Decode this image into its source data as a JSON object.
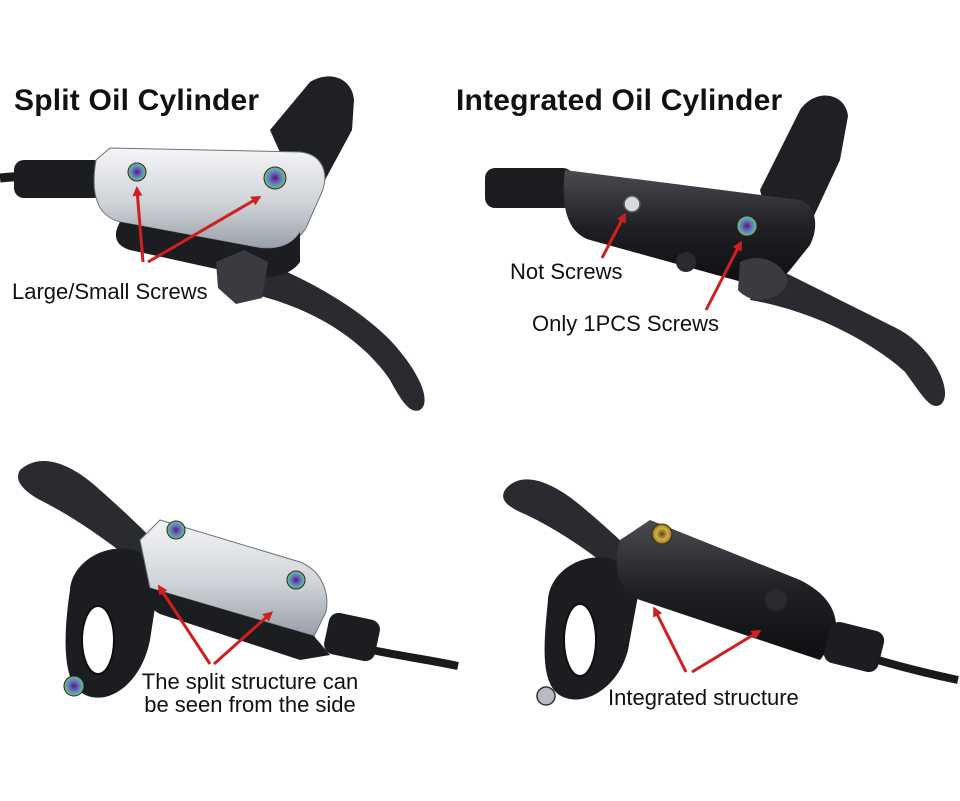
{
  "titles": {
    "split": "Split Oil Cylinder",
    "integrated": "Integrated Oil Cylinder"
  },
  "labels": {
    "large_small_screws": "Large/Small Screws",
    "not_screws": "Not Screws",
    "only_one_screw": "Only 1PCS Screws",
    "split_side_line1": "The split structure can",
    "split_side_line2": "be seen from the side",
    "integrated_structure": "Integrated structure"
  },
  "colors": {
    "arrow": "#d01f1f",
    "silver_body": "#d8dbe0",
    "black_body": "#1c1d21",
    "lever": "#2a2b30",
    "anodized_screw": "#8a6fc0",
    "gold_cap": "#c9a43a"
  }
}
